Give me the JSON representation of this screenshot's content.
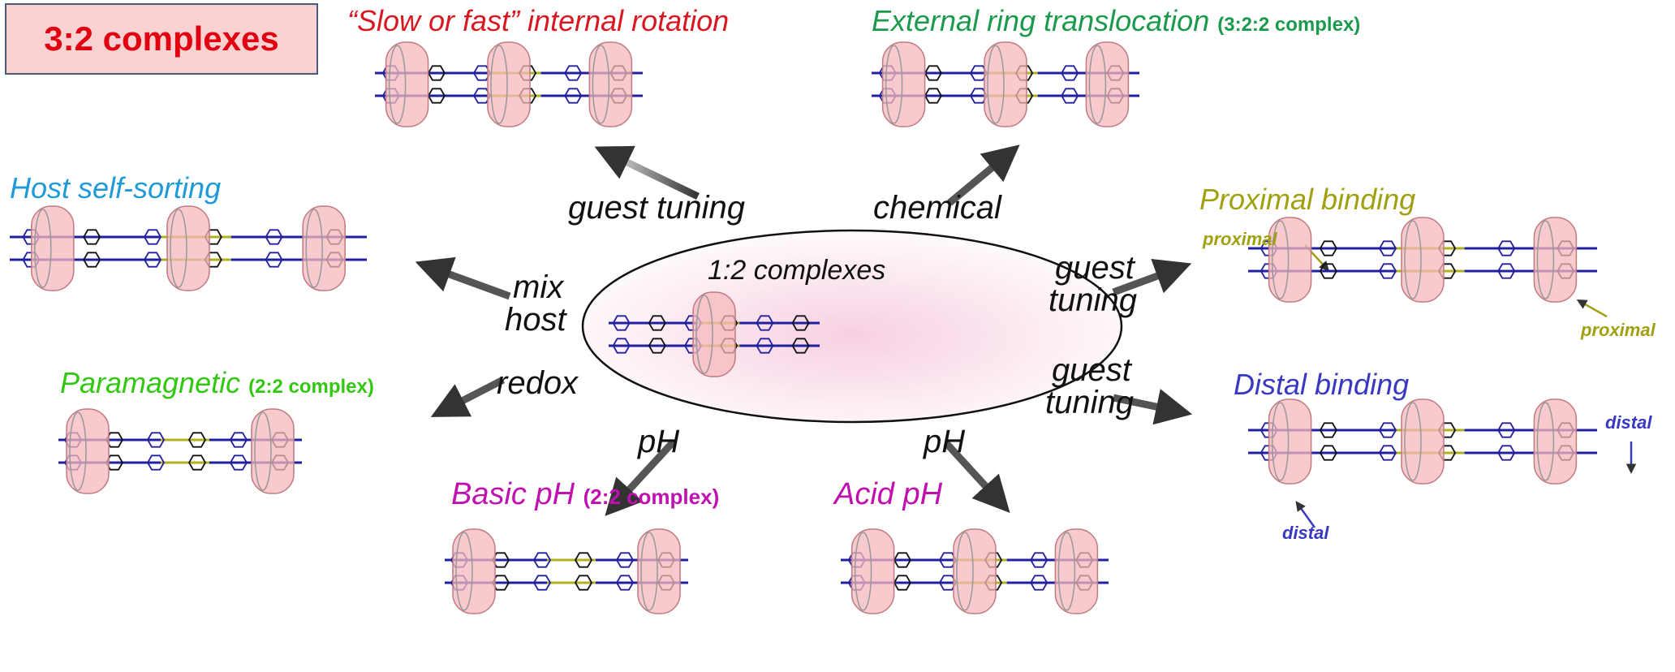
{
  "colors": {
    "red": "#d81820",
    "green": "#1a9a4a",
    "blue": "#1e9ad8",
    "olive": "#a0a010",
    "indigo": "#3838c0",
    "lime": "#32c812",
    "magenta": "#c010b0",
    "black": "#111111",
    "ring": "#f5b8bc",
    "viologen": "#2020a0",
    "linker": "#b0b020"
  },
  "header": {
    "title": "3:2 complexes"
  },
  "center": {
    "label": "1:2 complexes"
  },
  "branches": {
    "top_left": {
      "title": "“Slow or fast” internal rotation",
      "arrow_label": "guest tuning"
    },
    "top_right": {
      "title": "External ring translocation",
      "subtitle": "(3:2:2 complex)",
      "arrow_label": "chemical"
    },
    "left_upper": {
      "title": "Host self-sorting",
      "arrow_label_1": "mix",
      "arrow_label_2": "host"
    },
    "left_lower": {
      "title": "Paramagnetic",
      "subtitle": "(2:2 complex)",
      "arrow_label": "redox"
    },
    "bottom_left": {
      "title": "Basic pH",
      "subtitle": "(2:2 complex)",
      "arrow_label": "pH"
    },
    "bottom_right": {
      "title": "Acid pH",
      "arrow_label": "pH"
    },
    "right_upper": {
      "title": "Proximal binding",
      "arrow_label_1": "guest",
      "arrow_label_2": "tuning",
      "tag_1": "proximal",
      "tag_2": "proximal"
    },
    "right_lower": {
      "title": "Distal binding",
      "arrow_label_1": "guest",
      "arrow_label_2": "tuning",
      "tag_1": "distal",
      "tag_2": "distal"
    }
  },
  "structures": [
    {
      "name": "structure-slow-fast-rotation",
      "rings": 3,
      "second_axle": true
    },
    {
      "name": "structure-ring-translocation",
      "rings": 3,
      "second_axle": true
    },
    {
      "name": "structure-host-self-sorting",
      "rings": 3,
      "second_axle": true
    },
    {
      "name": "structure-paramagnetic",
      "rings": 2,
      "second_axle": true
    },
    {
      "name": "structure-center-complex",
      "rings": 1,
      "second_axle": true
    },
    {
      "name": "structure-basic-ph",
      "rings": 2,
      "second_axle": true
    },
    {
      "name": "structure-acid-ph",
      "rings": 3,
      "second_axle": true
    },
    {
      "name": "structure-proximal-binding",
      "rings": 3,
      "second_axle": true
    },
    {
      "name": "structure-distal-binding",
      "rings": 3,
      "second_axle": true
    }
  ]
}
